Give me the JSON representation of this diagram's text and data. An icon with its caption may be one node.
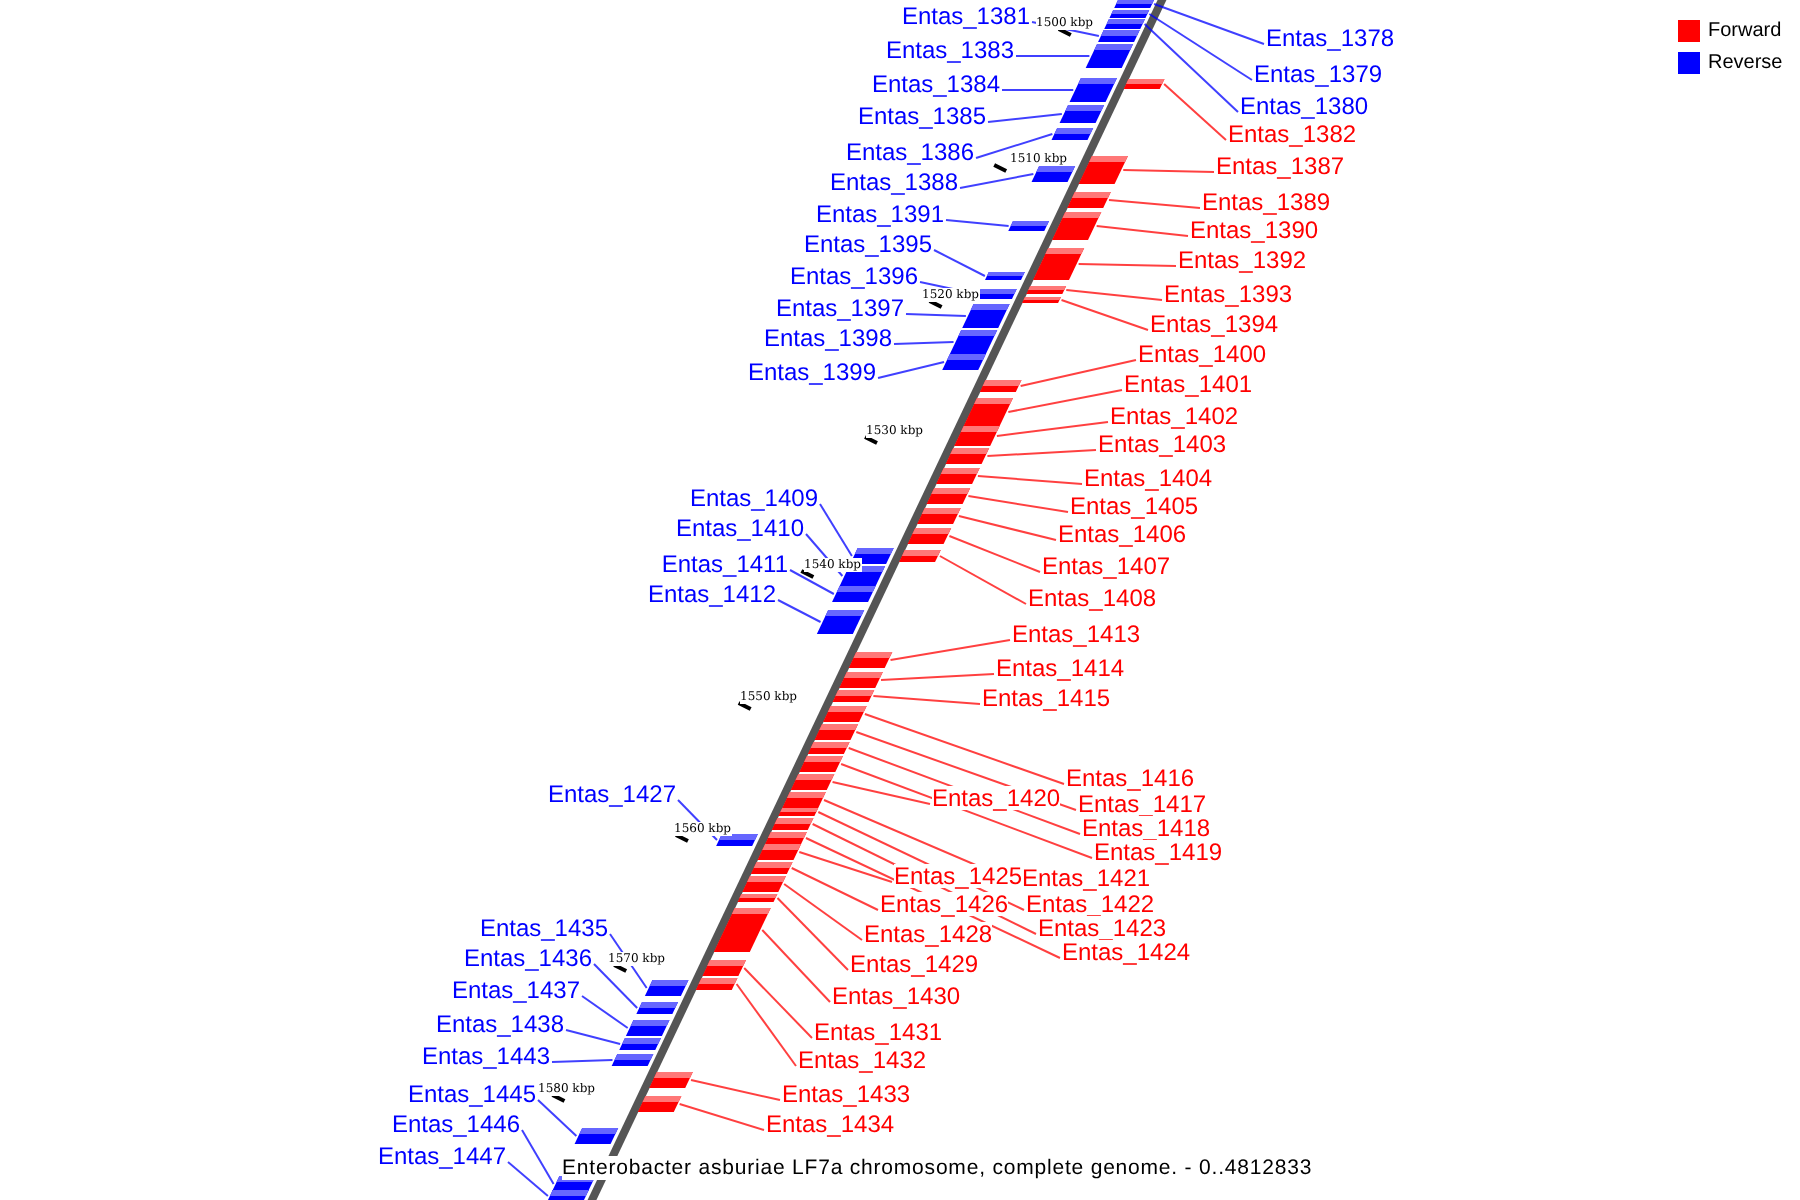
{
  "diagram": {
    "caption": "Enterobacter asburiae LF7a chromosome, complete genome. - 0..4812833",
    "nodes": [
      {
        "text": [
          "Entas_1378"
        ]
      },
      {
        "text": [],
        "shape": "box"
      },
      {
        "text": [
          "Entas_1379"
        ]
      },
      {
        "text": [],
        "shape": "box"
      },
      {
        "text": [
          "Entas_1380"
        ]
      },
      {
        "text": [],
        "shape": "box"
      },
      {
        "text": [
          "Entas_1381"
        ]
      },
      {
        "text": [],
        "shape": "box"
      },
      {
        "text": [
          "Entas_1382"
        ]
      },
      {
        "text": [],
        "shape": "box"
      },
      {
        "text": [
          "Entas_1383"
        ]
      },
      {
        "text": [],
        "shape": "box"
      },
      {
        "text": [
          "Entas_1384"
        ]
      },
      {
        "text": [],
        "shape": "box"
      },
      {
        "text": [
          "Entas_1385"
        ]
      },
      {
        "text": [],
        "shape": "box"
      },
      {
        "text": [
          "Entas_1386"
        ]
      },
      {
        "text": [],
        "shape": "box"
      },
      {
        "text": [
          "Entas_1387"
        ]
      },
      {
        "text": [],
        "shape": "box"
      },
      {
        "text": [
          "Entas_1388"
        ]
      },
      {
        "text": [],
        "shape": "box"
      },
      {
        "text": [
          "Entas_1389"
        ]
      },
      {
        "text": [],
        "shape": "box"
      },
      {
        "text": [
          "Entas_1390"
        ]
      },
      {
        "text": [],
        "shape": "box"
      },
      {
        "text": [
          "Entas_1391"
        ]
      },
      {
        "text": [],
        "shape": "box"
      },
      {
        "text": [
          "Entas_1392"
        ]
      },
      {
        "text": [],
        "shape": "box"
      },
      {
        "text": [
          "Entas_1393"
        ]
      },
      {
        "text": [],
        "shape": "box"
      },
      {
        "text": [
          "Entas_1394"
        ]
      },
      {
        "text": [],
        "shape": "box"
      },
      {
        "text": [
          "Entas_1395"
        ]
      },
      {
        "text": [],
        "shape": "box"
      },
      {
        "text": [
          "Entas_1396"
        ]
      },
      {
        "text": [],
        "shape": "box"
      },
      {
        "text": [
          "Entas_1397"
        ]
      },
      {
        "text": [],
        "shape": "box"
      },
      {
        "text": [
          "Entas_1398"
        ]
      },
      {
        "text": [],
        "shape": "box"
      },
      {
        "text": [
          "Entas_1399"
        ]
      },
      {
        "text": [],
        "shape": "box"
      },
      {
        "text": [
          "Entas_1400"
        ]
      },
      {
        "text": [],
        "shape": "box"
      },
      {
        "text": [
          "Entas_1401"
        ]
      },
      {
        "text": [],
        "shape": "box"
      },
      {
        "text": [
          "Entas_1402"
        ]
      },
      {
        "text": [],
        "shape": "box"
      },
      {
        "text": [
          "Entas_1403"
        ]
      },
      {
        "text": [],
        "shape": "box"
      },
      {
        "text": [
          "Entas_1404"
        ]
      },
      {
        "text": [],
        "shape": "box"
      },
      {
        "text": [
          "Entas_1405"
        ]
      },
      {
        "text": [],
        "shape": "box"
      },
      {
        "text": [
          "Entas_1406"
        ]
      },
      {
        "text": [],
        "shape": "box"
      },
      {
        "text": [
          "Entas_1407"
        ]
      },
      {
        "text": [],
        "shape": "box"
      },
      {
        "text": [
          "Entas_1408"
        ]
      },
      {
        "text": [],
        "shape": "box"
      },
      {
        "text": [
          "Entas_1409"
        ]
      },
      {
        "text": [],
        "shape": "box"
      },
      {
        "text": [
          "Entas_1410"
        ]
      },
      {
        "text": [],
        "shape": "box"
      },
      {
        "text": [
          "Entas_1411"
        ]
      },
      {
        "text": [],
        "shape": "box"
      },
      {
        "text": [
          "Entas_1412"
        ]
      },
      {
        "text": [],
        "shape": "box"
      },
      {
        "text": [
          "Entas_1413"
        ]
      },
      {
        "text": [],
        "shape": "box"
      },
      {
        "text": [
          "Entas_1414"
        ]
      },
      {
        "text": [],
        "shape": "box"
      },
      {
        "text": [
          "Entas_1415"
        ]
      },
      {
        "text": [],
        "shape": "box"
      },
      {
        "text": [
          "Entas_1416"
        ]
      },
      {
        "text": [],
        "shape": "box"
      },
      {
        "text": [
          "Entas_1417"
        ]
      },
      {
        "text": [],
        "shape": "box"
      },
      {
        "text": [
          "Entas_1418"
        ]
      },
      {
        "text": [],
        "shape": "box"
      },
      {
        "text": [
          "Entas_1419"
        ]
      },
      {
        "text": [],
        "shape": "box"
      },
      {
        "text": [
          "Entas_1420"
        ]
      },
      {
        "text": [],
        "shape": "box"
      },
      {
        "text": [
          "Entas_1421"
        ]
      },
      {
        "text": [],
        "shape": "box"
      },
      {
        "text": [
          "Entas_1422"
        ]
      },
      {
        "text": [],
        "shape": "box"
      },
      {
        "text": [
          "Entas_1423"
        ]
      },
      {
        "text": [],
        "shape": "box"
      },
      {
        "text": [
          "Entas_1424"
        ]
      },
      {
        "text": [],
        "shape": "box"
      },
      {
        "text": [
          "Entas_1425"
        ]
      },
      {
        "text": [],
        "shape": "box"
      },
      {
        "text": [
          "Entas_1426"
        ]
      },
      {
        "text": [],
        "shape": "box"
      },
      {
        "text": [
          "Entas_1427"
        ]
      },
      {
        "text": [],
        "shape": "box"
      },
      {
        "text": [
          "Entas_1428"
        ]
      },
      {
        "text": [],
        "shape": "box"
      },
      {
        "text": [
          "Entas_1429"
        ]
      },
      {
        "text": [],
        "shape": "box"
      },
      {
        "text": [
          "Entas_1430"
        ]
      },
      {
        "text": [],
        "shape": "box"
      },
      {
        "text": [
          "Entas_1431"
        ]
      },
      {
        "text": [],
        "shape": "box"
      },
      {
        "text": [
          "Entas_1432"
        ]
      },
      {
        "text": [],
        "shape": "box"
      },
      {
        "text": [
          "Entas_1433"
        ]
      },
      {
        "text": [],
        "shape": "box"
      },
      {
        "text": [
          "Entas_1434"
        ]
      },
      {
        "text": [],
        "shape": "box"
      },
      {
        "text": [
          "Entas_1435"
        ]
      },
      {
        "text": [],
        "shape": "box"
      },
      {
        "text": [
          "Entas_1436"
        ]
      },
      {
        "text": [],
        "shape": "box"
      },
      {
        "text": [
          "Entas_1437"
        ]
      },
      {
        "text": [],
        "shape": "box"
      },
      {
        "text": [
          "Entas_1438"
        ]
      },
      {
        "text": [],
        "shape": "box"
      },
      {
        "text": [
          "Entas_1443"
        ]
      },
      {
        "text": [],
        "shape": "box"
      },
      {
        "text": [
          "Entas_1445"
        ]
      },
      {
        "text": [],
        "shape": "box"
      },
      {
        "text": [
          "Entas_1446"
        ]
      },
      {
        "text": [],
        "shape": "box"
      },
      {
        "text": [
          "Entas_1447"
        ]
      },
      {
        "text": [],
        "shape": "box"
      }
    ],
    "edges": [
      {
        "from": 0,
        "to": 1,
        "arrow": "none",
        "color": "#0000ff"
      },
      {
        "from": 2,
        "to": 3,
        "arrow": "none",
        "color": "#0000ff"
      },
      {
        "from": 4,
        "to": 5,
        "arrow": "none",
        "color": "#0000ff"
      },
      {
        "from": 6,
        "to": 7,
        "arrow": "none",
        "color": "#0000ff"
      },
      {
        "from": 8,
        "to": 9,
        "arrow": "none",
        "color": "#ff0000"
      },
      {
        "from": 10,
        "to": 11,
        "arrow": "none",
        "color": "#0000ff"
      },
      {
        "from": 12,
        "to": 13,
        "arrow": "none",
        "color": "#0000ff"
      },
      {
        "from": 14,
        "to": 15,
        "arrow": "none",
        "color": "#0000ff"
      },
      {
        "from": 16,
        "to": 17,
        "arrow": "none",
        "color": "#0000ff"
      },
      {
        "from": 18,
        "to": 19,
        "arrow": "none",
        "color": "#ff0000"
      },
      {
        "from": 20,
        "to": 21,
        "arrow": "none",
        "color": "#0000ff"
      },
      {
        "from": 22,
        "to": 23,
        "arrow": "none",
        "color": "#ff0000"
      },
      {
        "from": 24,
        "to": 25,
        "arrow": "none",
        "color": "#ff0000"
      },
      {
        "from": 26,
        "to": 27,
        "arrow": "none",
        "color": "#0000ff"
      },
      {
        "from": 28,
        "to": 29,
        "arrow": "none",
        "color": "#ff0000"
      },
      {
        "from": 30,
        "to": 31,
        "arrow": "none",
        "color": "#ff0000"
      },
      {
        "from": 32,
        "to": 33,
        "arrow": "none",
        "color": "#ff0000"
      },
      {
        "from": 34,
        "to": 35,
        "arrow": "none",
        "color": "#0000ff"
      },
      {
        "from": 36,
        "to": 37,
        "arrow": "none",
        "color": "#0000ff"
      },
      {
        "from": 38,
        "to": 39,
        "arrow": "none",
        "color": "#0000ff"
      },
      {
        "from": 40,
        "to": 41,
        "arrow": "none",
        "color": "#0000ff"
      },
      {
        "from": 42,
        "to": 43,
        "arrow": "none",
        "color": "#0000ff"
      },
      {
        "from": 44,
        "to": 45,
        "arrow": "none",
        "color": "#ff0000"
      },
      {
        "from": 46,
        "to": 47,
        "arrow": "none",
        "color": "#ff0000"
      },
      {
        "from": 48,
        "to": 49,
        "arrow": "none",
        "color": "#ff0000"
      },
      {
        "from": 50,
        "to": 51,
        "arrow": "none",
        "color": "#ff0000"
      },
      {
        "from": 52,
        "to": 53,
        "arrow": "none",
        "color": "#ff0000"
      },
      {
        "from": 54,
        "to": 55,
        "arrow": "none",
        "color": "#ff0000"
      },
      {
        "from": 56,
        "to": 57,
        "arrow": "none",
        "color": "#ff0000"
      },
      {
        "from": 58,
        "to": 59,
        "arrow": "none",
        "color": "#ff0000"
      },
      {
        "from": 60,
        "to": 61,
        "arrow": "none",
        "color": "#ff0000"
      },
      {
        "from": 62,
        "to": 63,
        "arrow": "none",
        "color": "#0000ff"
      },
      {
        "from": 64,
        "to": 65,
        "arrow": "none",
        "color": "#0000ff"
      },
      {
        "from": 66,
        "to": 67,
        "arrow": "none",
        "color": "#0000ff"
      },
      {
        "from": 68,
        "to": 69,
        "arrow": "none",
        "color": "#0000ff"
      },
      {
        "from": 70,
        "to": 71,
        "arrow": "none",
        "color": "#ff0000"
      },
      {
        "from": 72,
        "to": 73,
        "arrow": "none",
        "color": "#ff0000"
      },
      {
        "from": 74,
        "to": 75,
        "arrow": "none",
        "color": "#ff0000"
      },
      {
        "from": 76,
        "to": 77,
        "arrow": "none",
        "color": "#ff0000"
      },
      {
        "from": 78,
        "to": 79,
        "arrow": "none",
        "color": "#ff0000"
      },
      {
        "from": 80,
        "to": 81,
        "arrow": "none",
        "color": "#ff0000"
      },
      {
        "from": 82,
        "to": 83,
        "arrow": "none",
        "color": "#ff0000"
      },
      {
        "from": 84,
        "to": 85,
        "arrow": "none",
        "color": "#ff0000"
      },
      {
        "from": 86,
        "to": 87,
        "arrow": "none",
        "color": "#ff0000"
      },
      {
        "from": 88,
        "to": 89,
        "arrow": "none",
        "color": "#ff0000"
      },
      {
        "from": 90,
        "to": 91,
        "arrow": "none",
        "color": "#ff0000"
      },
      {
        "from": 92,
        "to": 93,
        "arrow": "none",
        "color": "#ff0000"
      },
      {
        "from": 94,
        "to": 95,
        "arrow": "none",
        "color": "#ff0000"
      },
      {
        "from": 96,
        "to": 97,
        "arrow": "none",
        "color": "#ff0000"
      },
      {
        "from": 98,
        "to": 99,
        "arrow": "none",
        "color": "#0000ff"
      },
      {
        "from": 100,
        "to": 101,
        "arrow": "none",
        "color": "#ff0000"
      },
      {
        "from": 102,
        "to": 103,
        "arrow": "none",
        "color": "#ff0000"
      },
      {
        "from": 104,
        "to": 105,
        "arrow": "none",
        "color": "#ff0000"
      },
      {
        "from": 106,
        "to": 107,
        "arrow": "none",
        "color": "#ff0000"
      },
      {
        "from": 108,
        "to": 109,
        "arrow": "none",
        "color": "#ff0000"
      },
      {
        "from": 110,
        "to": 111,
        "arrow": "none",
        "color": "#ff0000"
      },
      {
        "from": 112,
        "to": 113,
        "arrow": "none",
        "color": "#ff0000"
      },
      {
        "from": 114,
        "to": 115,
        "arrow": "none",
        "color": "#0000ff"
      },
      {
        "from": 116,
        "to": 117,
        "arrow": "none",
        "color": "#0000ff"
      },
      {
        "from": 118,
        "to": 119,
        "arrow": "none",
        "color": "#0000ff"
      },
      {
        "from": 120,
        "to": 121,
        "arrow": "none",
        "color": "#0000ff"
      },
      {
        "from": 122,
        "to": 123,
        "arrow": "none",
        "color": "#0000ff"
      },
      {
        "from": 124,
        "to": 125,
        "arrow": "none",
        "color": "#0000ff"
      },
      {
        "from": 126,
        "to": 127,
        "arrow": "none",
        "color": "#0000ff"
      },
      {
        "from": 128,
        "to": 129,
        "arrow": "none",
        "color": "#0000ff"
      }
    ],
    "labels": [
      "1500 kbp",
      "1510 kbp",
      "1520 kbp",
      "1530 kbp",
      "1540 kbp",
      "1550 kbp",
      "1560 kbp",
      "1570 kbp",
      "1580 kbp"
    ],
    "legend": [
      {
        "text": "Forward",
        "color": "#ff0000"
      },
      {
        "text": "Reverse",
        "color": "#0000ff"
      }
    ]
  }
}
